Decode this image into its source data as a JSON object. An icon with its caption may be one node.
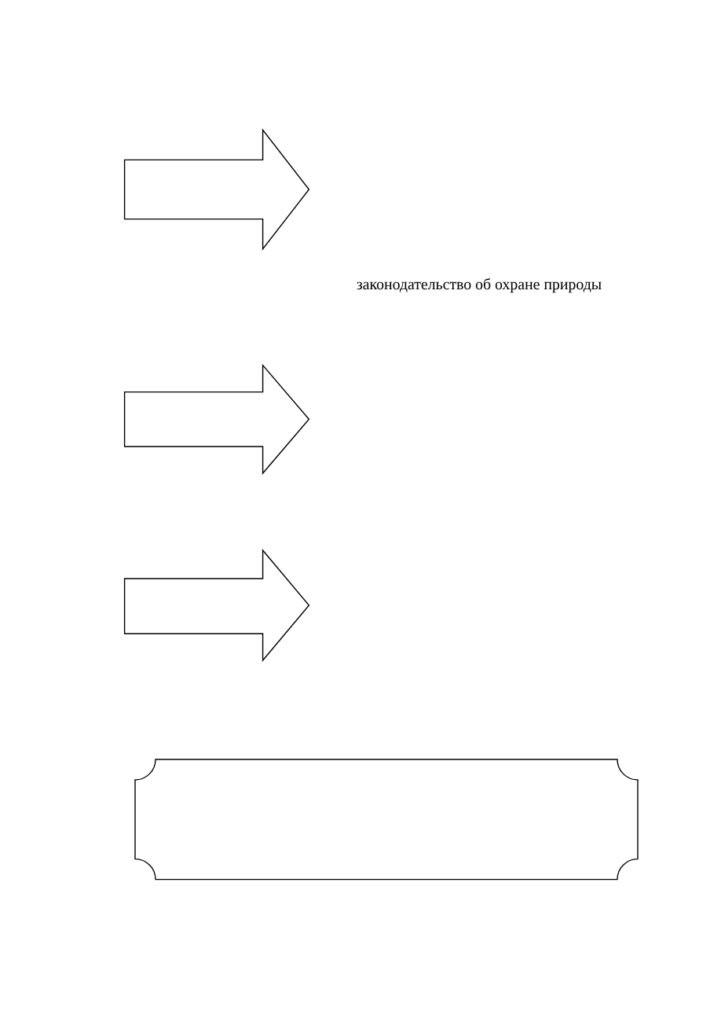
{
  "diagram": {
    "nodes": [
      {
        "text": [],
        "shape": "arrow"
      },
      {
        "text": [],
        "shape": "arrow"
      },
      {
        "text": [],
        "shape": "arrow"
      },
      {
        "text": [],
        "shape": "plaque"
      }
    ],
    "labels": [
      "законодательство об охране природы"
    ]
  }
}
